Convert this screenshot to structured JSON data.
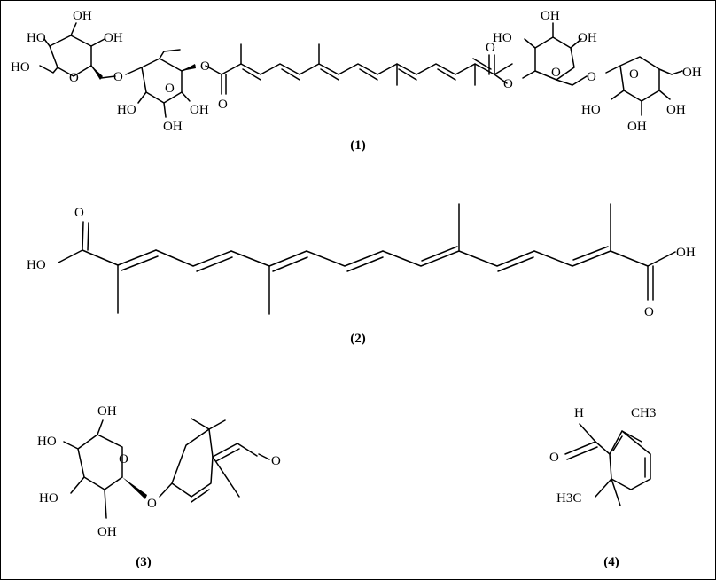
{
  "compounds": [
    {
      "label": "(1)"
    },
    {
      "label": "(2)"
    },
    {
      "label": "(3)"
    },
    {
      "label": "(4)"
    }
  ],
  "atoms": {
    "oh": "OH",
    "ho": "HO",
    "o": "O",
    "h": "H",
    "ch3": "CH3",
    "h3c": "H3C"
  }
}
